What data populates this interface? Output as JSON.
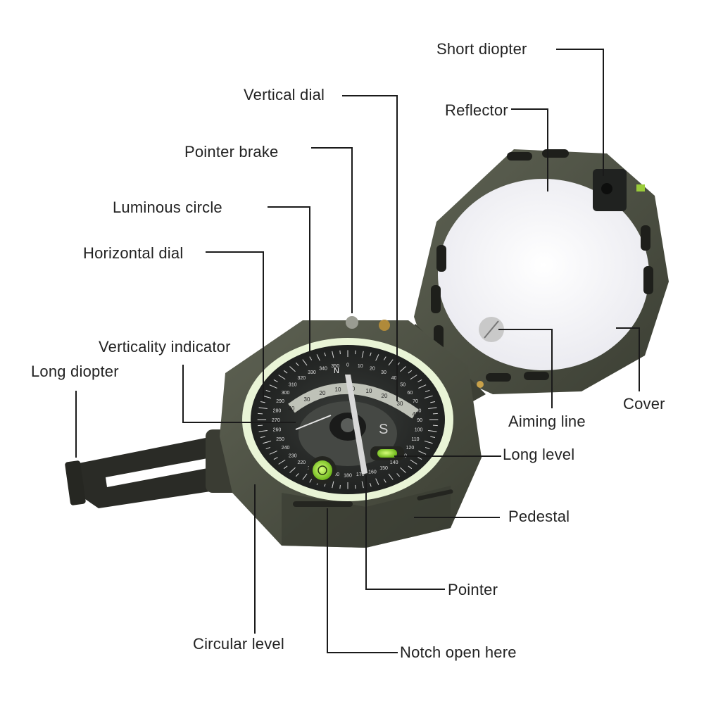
{
  "labels": {
    "short_diopter": "Short diopter",
    "vertical_dial": "Vertical dial",
    "reflector": "Reflector",
    "pointer_brake": "Pointer brake",
    "luminous_circle": "Luminous circle",
    "horizontal_dial": "Horizontal dial",
    "verticality_indicator": "Verticality indicator",
    "long_diopter": "Long diopter",
    "cover": "Cover",
    "aiming_line": "Aiming line",
    "long_level": "Long level",
    "pedestal": "Pedestal",
    "pointer": "Pointer",
    "circular_level": "Circular level",
    "notch_open_here": "Notch open here"
  },
  "dial": {
    "tick_labels": [
      "0",
      "10",
      "20",
      "30",
      "40",
      "50",
      "60",
      "70",
      "80",
      "90",
      "100",
      "110",
      "120",
      "130",
      "140",
      "150",
      "160",
      "170",
      "180",
      "190",
      "200",
      "210",
      "220",
      "230",
      "240",
      "250",
      "260",
      "270",
      "280",
      "290",
      "300",
      "310",
      "320",
      "330",
      "340",
      "350"
    ],
    "vertical_labels": [
      "40",
      "30",
      "20",
      "10",
      "0",
      "10",
      "20",
      "30",
      "40"
    ],
    "north": "N",
    "south": "S"
  },
  "colors": {
    "body": "#4e5244",
    "body_dark": "#383b30",
    "body_light": "#6b6f5f",
    "face": "#2c2f2d",
    "luminous": "#e8f3d2",
    "bubble": "#9be22d",
    "leader": "#1a1a1a",
    "text": "#222222",
    "mirror": "#f7f7f9"
  }
}
